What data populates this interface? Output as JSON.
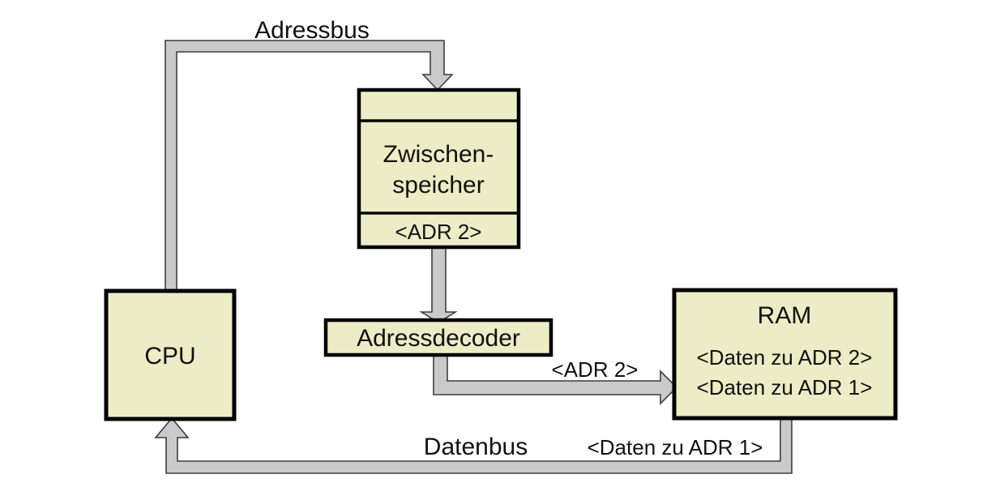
{
  "diagram": {
    "labels": {
      "adressbus": "Adressbus",
      "datenbus": "Datenbus",
      "bus_adr2": "<ADR 2>",
      "bus_daten_zu_adr1": "<Daten zu ADR 1>"
    },
    "boxes": {
      "cpu": {
        "label": "CPU"
      },
      "zwischenspeicher": {
        "name_line1": "Zwischen-",
        "name_line2": "speicher",
        "register": "<ADR 2>"
      },
      "adressdecoder": {
        "label": "Adressdecoder"
      },
      "ram": {
        "title": "RAM",
        "content_row1": "<Daten zu ADR 2>",
        "content_row2": "<Daten zu ADR 1>"
      }
    },
    "colors": {
      "background": "#ffffff",
      "box_fill": "#ececc6",
      "box_border": "#000000",
      "bus_fill": "#cacaca",
      "bus_outline": "#3d3d3d",
      "text": "#111111"
    }
  }
}
